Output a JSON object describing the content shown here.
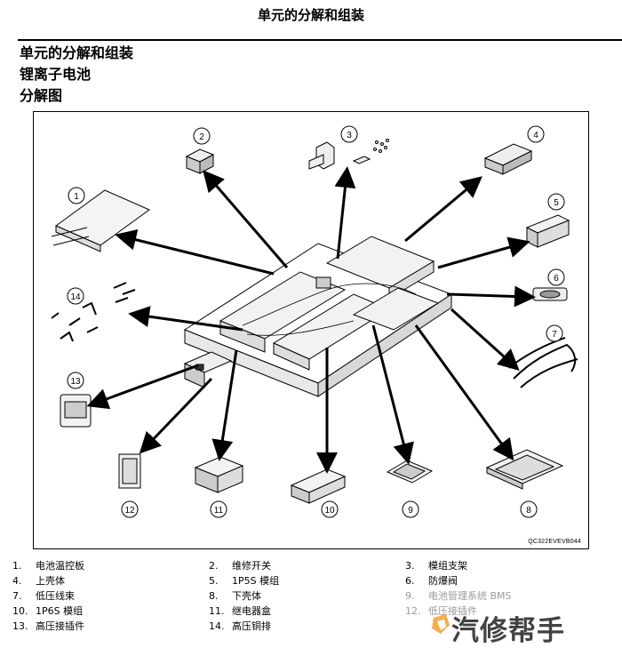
{
  "page": {
    "header": "单元的分解和组装",
    "titles": [
      "单元的分解和组装",
      "锂离子电池",
      "分解图"
    ]
  },
  "figure": {
    "id_code": "QC322EVEVB044",
    "callouts": [
      "1",
      "2",
      "3",
      "4",
      "5",
      "6",
      "7",
      "8",
      "9",
      "10",
      "11",
      "12",
      "13",
      "14"
    ]
  },
  "legend": [
    {
      "num": "1.",
      "label": "电池温控板"
    },
    {
      "num": "2.",
      "label": "维修开关"
    },
    {
      "num": "3.",
      "label": "模组支架"
    },
    {
      "num": "4.",
      "label": "上壳体"
    },
    {
      "num": "5.",
      "label": "1P5S 模组"
    },
    {
      "num": "6.",
      "label": "防爆阀"
    },
    {
      "num": "7.",
      "label": "低压线束"
    },
    {
      "num": "8.",
      "label": "下壳体"
    },
    {
      "num": "9.",
      "label": "电池管理系统 BMS"
    },
    {
      "num": "10.",
      "label": "1P6S 模组"
    },
    {
      "num": "11.",
      "label": "继电器盒"
    },
    {
      "num": "12.",
      "label": "低压接插件"
    },
    {
      "num": "13.",
      "label": "高压接插件"
    },
    {
      "num": "14.",
      "label": "高压铜排"
    }
  ],
  "watermark": {
    "text": "汽修帮手"
  }
}
